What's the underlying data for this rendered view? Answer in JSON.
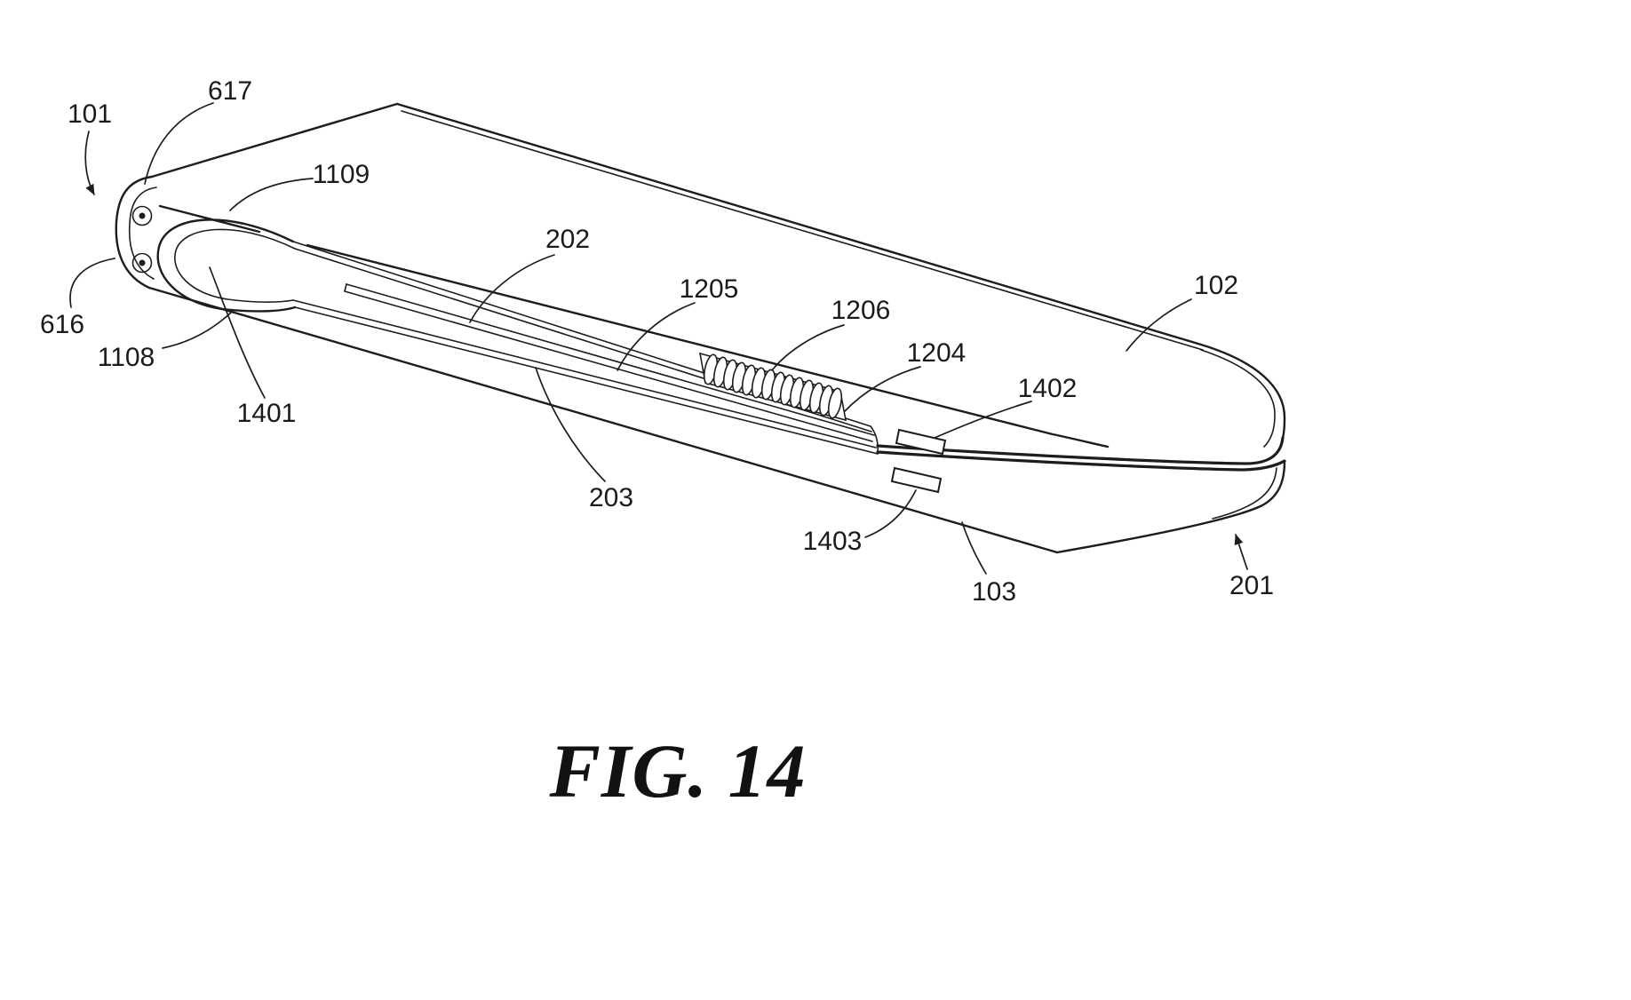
{
  "figure": {
    "caption": "FIG. 14"
  },
  "colors": {
    "ink": "#1d1d1d",
    "background": "#ffffff"
  },
  "labels": [
    {
      "text": "101"
    },
    {
      "text": "617"
    },
    {
      "text": "1109"
    },
    {
      "text": "202"
    },
    {
      "text": "1205"
    },
    {
      "text": "1206"
    },
    {
      "text": "1204"
    },
    {
      "text": "102"
    },
    {
      "text": "616"
    },
    {
      "text": "1108"
    },
    {
      "text": "1401"
    },
    {
      "text": "1402"
    },
    {
      "text": "203"
    },
    {
      "text": "1403"
    },
    {
      "text": "103"
    },
    {
      "text": "201"
    }
  ]
}
